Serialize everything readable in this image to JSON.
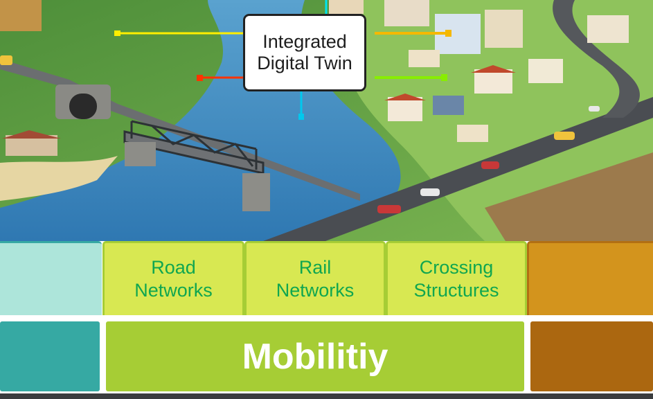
{
  "header": {
    "title": "Integrated Digital Twin"
  },
  "modules": [
    {
      "label_line1": "Road",
      "label_line2": "Networks"
    },
    {
      "label_line1": "Rail",
      "label_line2": "Networks"
    },
    {
      "label_line1": "Crossing",
      "label_line2": "Structures"
    }
  ],
  "base": {
    "title": "Mobilitiy"
  },
  "colors": {
    "teal_light": "#ade5da",
    "teal": "#36a9a3",
    "lime_light": "#d8e852",
    "lime": "#a6cd35",
    "orange": "#d3941d",
    "brown": "#ab6710",
    "text_green": "#10a650",
    "connector_yellow": "#ffee00",
    "connector_red": "#ff3300",
    "connector_orange": "#f5b800",
    "connector_green": "#88ee00",
    "connector_cyan": "#00d8ee"
  }
}
